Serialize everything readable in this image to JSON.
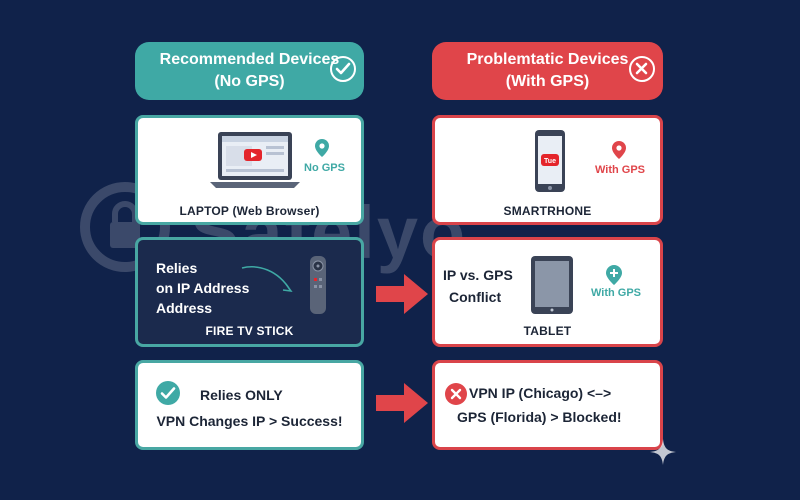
{
  "left_column": {
    "header_line1": "Recommended Devices",
    "header_line2": "(No GPS)",
    "laptop": {
      "caption": "LAPTOP (Web Browser)",
      "tag": "No GPS"
    },
    "firetv": {
      "caption": "FIRE TV STICK",
      "text_line1": "Relies",
      "text_line2": "on IP Address",
      "text_line3": "Address"
    },
    "result": {
      "line1": "Relies ONLY",
      "line2": "VPN Changes IP > Success!"
    }
  },
  "right_column": {
    "header_line1": "Problemtatic Devices",
    "header_line2": "(With GPS)",
    "phone": {
      "caption": "SMARTRHONE",
      "tag": "With GPS",
      "screen_text": "Tue"
    },
    "tablet": {
      "caption": "TABLET",
      "tag": "With GPS",
      "text_line1": "IP vs. GPS",
      "text_line2": "Conflict"
    },
    "result": {
      "line1": "VPN IP (Chicago) <–>",
      "line2": "GPS (Florida) > Blocked!"
    }
  },
  "watermark": "Safelyo",
  "colors": {
    "background": "#10224a",
    "green": "#3fa9a5",
    "red": "#e0454a",
    "card_dark": "#1b2a4d"
  }
}
